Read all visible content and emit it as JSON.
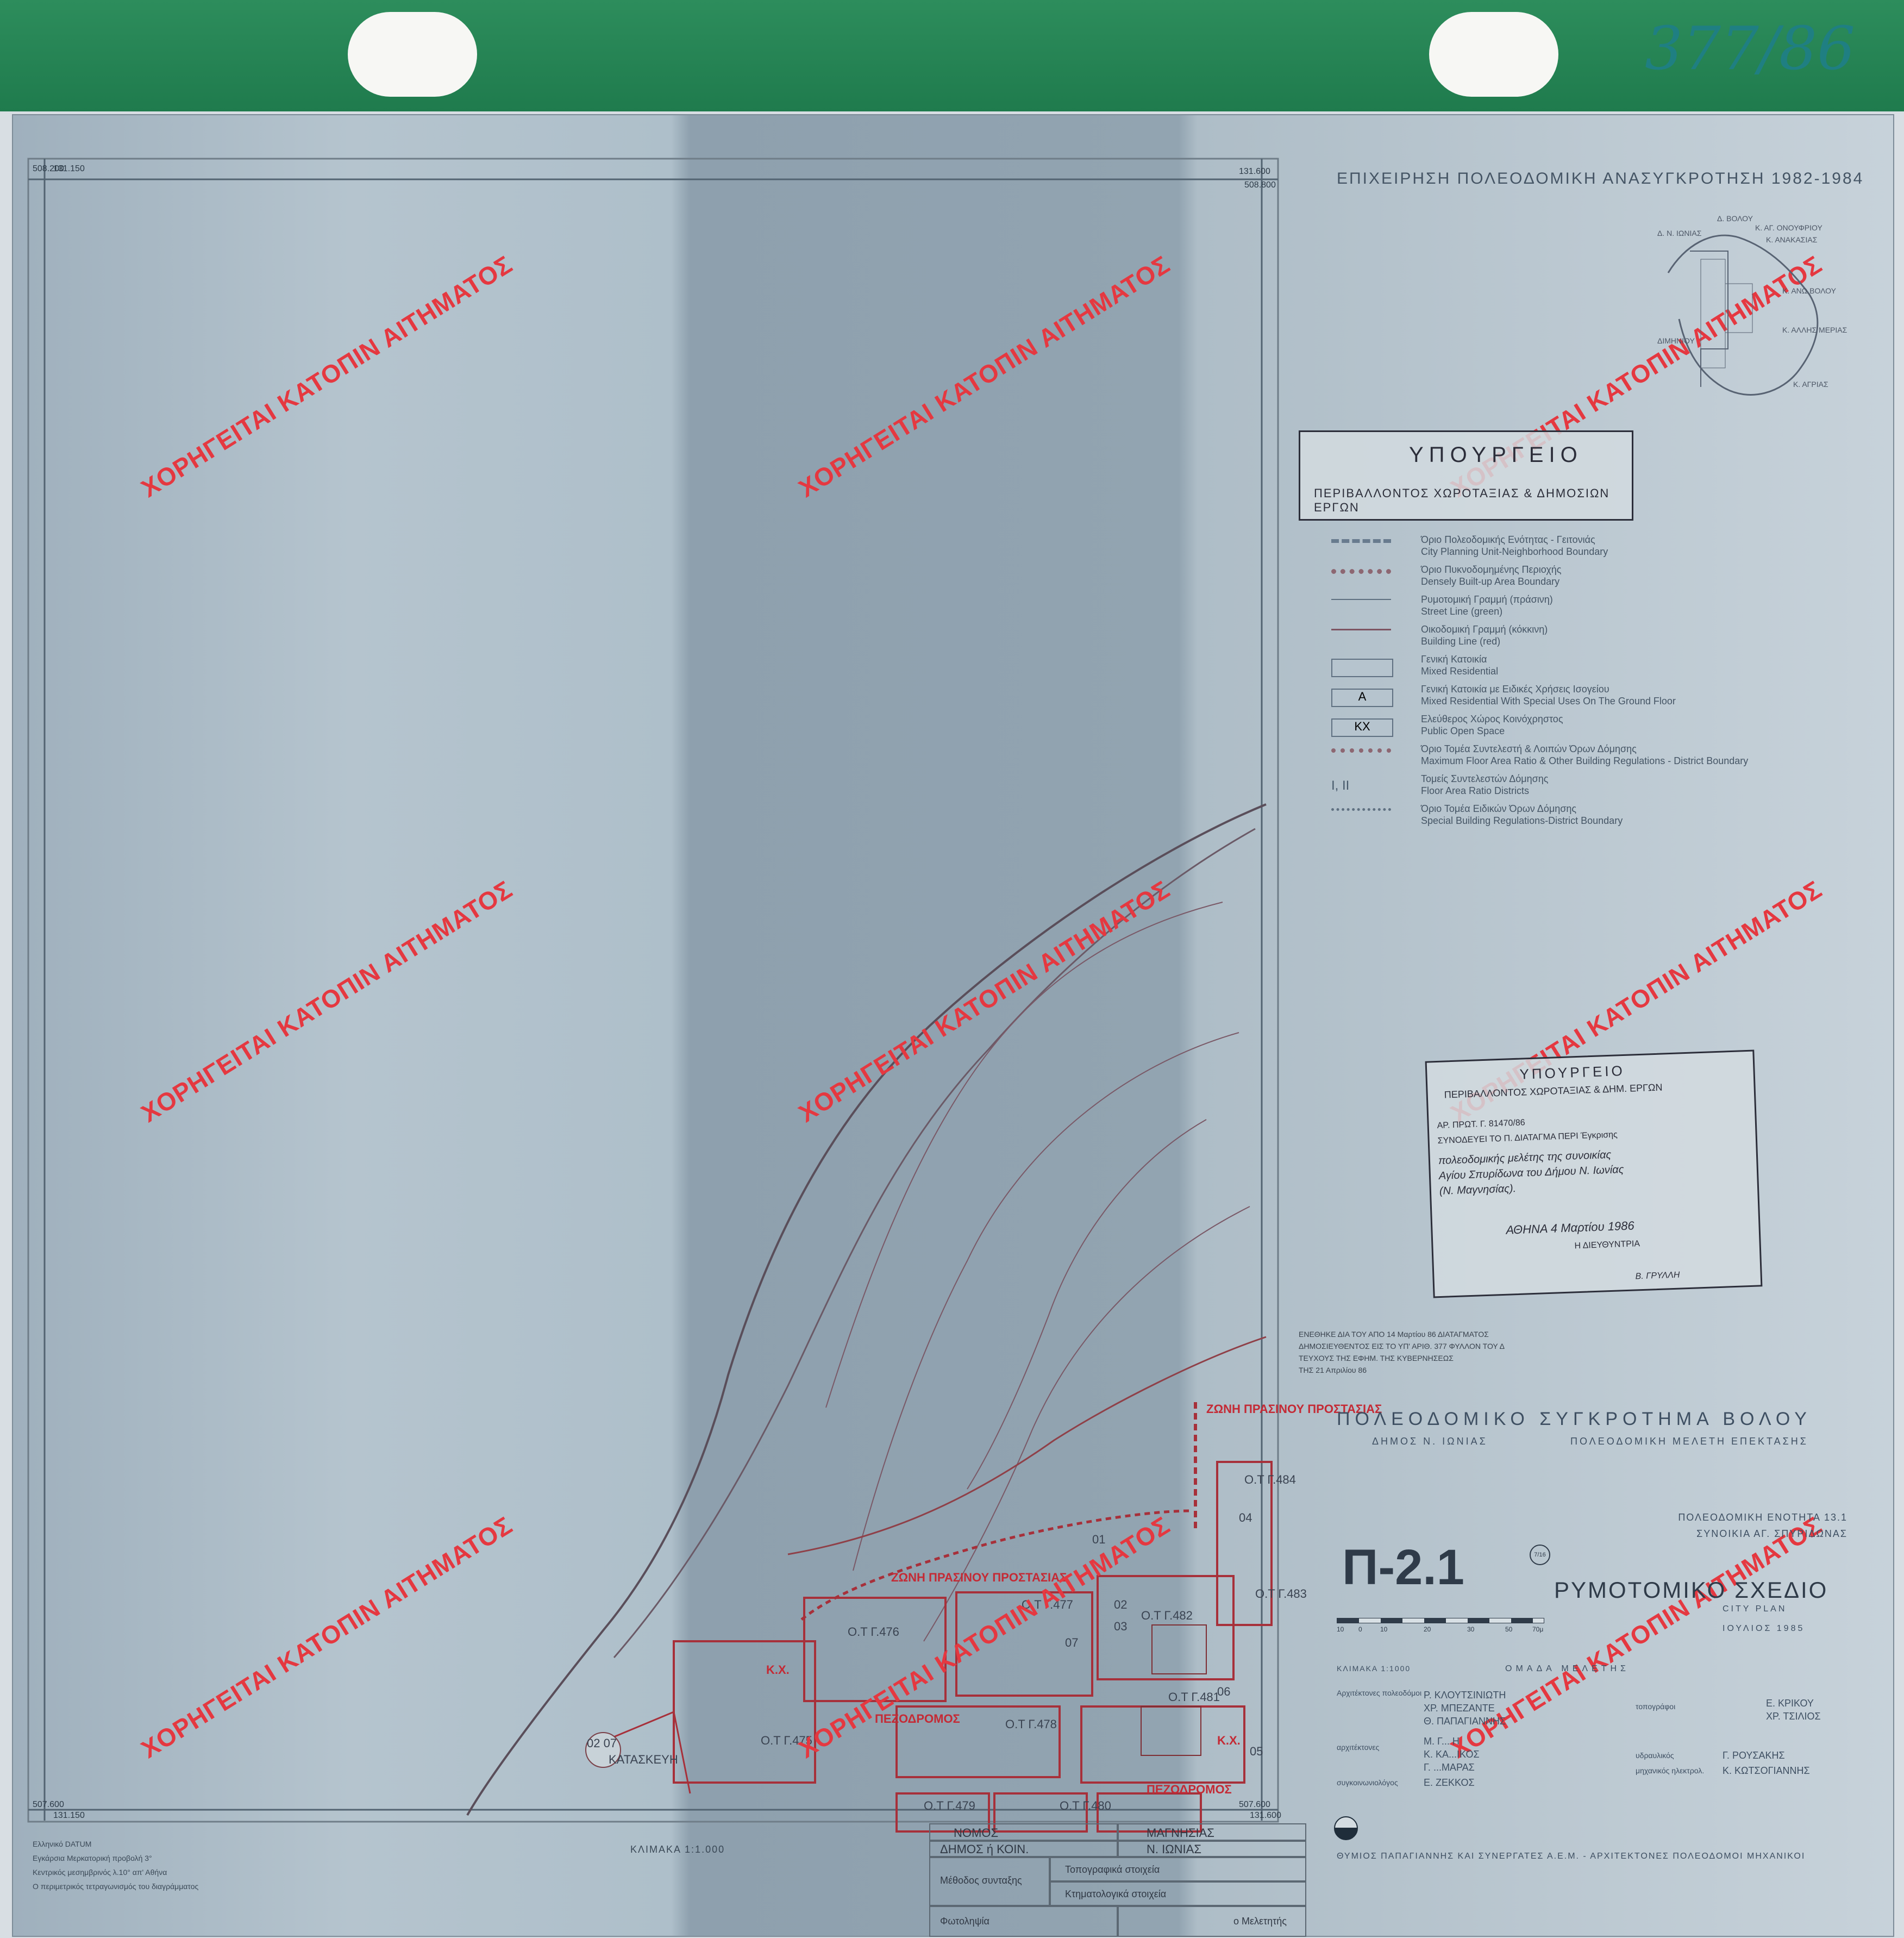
{
  "document": {
    "handwritten_code": "377/86",
    "header_title": "ΕΠΙΧΕΙΡΗΣΗ ΠΟΛΕΟΔΟΜΙΚΗ ΑΝΑΣΥΓΚΡΟΤΗΣΗ 1982-1984",
    "ministry_stamp": {
      "line1": "ΥΠΟΥΡΓΕΙΟ",
      "line2": "ΠΕΡΙΒΑΛΛΟΝΤΟΣ ΧΩΡΟΤΑΞΙΑΣ & ΔΗΜΟΣΙΩΝ ΕΡΓΩΝ"
    },
    "watermark_text": "ΧΟΡΗΓΕΙΤΑΙ ΚΑΤΟΠΙΝ ΑΙΤΗΜΑΤΟΣ",
    "location_map_labels": [
      "Δ. ΒΟΛΟΥ",
      "Δ. Ν. ΙΩΝΙΑΣ",
      "Κ. ΑΓ. ΟΝΟΥΦΡΙΟΥ",
      "Κ. ΑΝΑΚΑΣΙΑΣ",
      "Κ. ΑΝΩ ΒΟΛΟΥ",
      "Κ. ΑΛΛΗΣ ΜΕΡΙΑΣ",
      "ΔΙΜΗΝΙΟΥ",
      "Κ. ΑΓΡΙΑΣ"
    ],
    "legend": [
      {
        "gr": "Όριο Πολεοδομικής Ενότητας - Γειτονιάς",
        "en": "City Planning Unit-Neighborhood Boundary",
        "symbol": "dashed-block"
      },
      {
        "gr": "Όριο Πυκνοδομημένης Περιοχής",
        "en": "Densely Built-up Area Boundary",
        "symbol": "dotted-heavy"
      },
      {
        "gr": "Ρυμοτομική Γραμμή (πράσινη)",
        "en": "Street Line (green)",
        "symbol": "thin-line"
      },
      {
        "gr": "Οικοδομική Γραμμή (κόκκινη)",
        "en": "Building Line (red)",
        "symbol": "red-line"
      },
      {
        "gr": "Γενική Κατοικία",
        "en": "Mixed Residential",
        "symbol": "box-empty"
      },
      {
        "gr": "Γενική Κατοικία με Ειδικές Χρήσεις Ισογείου",
        "en": "Mixed Residential With Special Uses On The Ground Floor",
        "symbol": "box-A",
        "label": "A"
      },
      {
        "gr": "Ελεύθερος Χώρος Κοινόχρηστος",
        "en": "Public Open Space",
        "symbol": "box-KX",
        "label": "KX"
      },
      {
        "gr": "Όριο Τομέα Συντελεστή & Λοιπών Όρων Δόμησης",
        "en": "Maximum Floor Area Ratio & Other Building Regulations - District Boundary",
        "symbol": "dot-dash"
      },
      {
        "gr": "Τομείς Συντελεστών Δόμησης",
        "en": "Floor Area Ratio Districts",
        "symbol": "roman",
        "label": "Ι, ΙΙ"
      },
      {
        "gr": "Όριο Τομέα Ειδικών Όρων Δόμησης",
        "en": "Special Building Regulations-District Boundary",
        "symbol": "circles"
      }
    ],
    "approval_stamp": {
      "line1": "ΥΠΟΥΡΓΕΙΟ",
      "line2": "ΠΕΡΙΒΑΛΛΟΝΤΟΣ ΧΩΡΟΤΑΞΙΑΣ & ΔΗΜ. ΕΡΓΩΝ",
      "line3": "ΑΡ. ΠΡΩΤ. Γ. 81470/86",
      "line4": "ΣΥΝΟΔΕΥΕΙ ΤΟ Π. ΔΙΑΤΑΓΜΑ ΠΕΡΙ Έγκρισης",
      "line5": "πολεοδομικής μελέτης της συνοικίας",
      "line6": "Αγίου Σπυρίδωνα του Δήμου Ν. Ιωνίας",
      "line7": "(Ν. Μαγνησίας).",
      "date": "ΑΘΗΝΑ 4 Μαρτίου 1986",
      "sign": "Η ΔΙΕΥΘΥΝΤΡΙΑ",
      "name": "Β. ΓΡΥΛΛΗ"
    },
    "publication": {
      "line1": "ΕΝΕΘΗΚΕ ΔΙΑ ΤΟΥ ΑΠΟ 14 Μαρτίου 86 ΔΙΑΤΑΓΜΑΤΟΣ",
      "line2": "ΔΗΜΟΣΙΕΥΘΕΝΤΟΣ ΕΙΣ ΤΟ ΥΠ' ΑΡΙΘ. 377 ΦΥΛΛΟΝ ΤΟΥ Δ",
      "line3": "ΤΕΥΧΟΥΣ ΤΗΣ ΕΦΗΜ. ΤΗΣ ΚΥΒΕΡΝΗΣΕΩΣ",
      "line4": "ΤΗΣ 21 Απριλίου 86"
    },
    "title_block": {
      "complex": "ΠΟΛΕΟΔΟΜΙΚΟ ΣΥΓΚΡΟΤΗΜΑ ΒΟΛΟΥ",
      "municipality": "ΔΗΜΟΣ Ν. ΙΩΝΙΑΣ",
      "study": "ΠΟΛΕΟΔΟΜΙΚΗ ΜΕΛΕΤΗ ΕΠΕΚΤΑΣΗΣ",
      "unit": "ΠΟΛΕΟΔΟΜΙΚΗ ΕΝΟΤΗΤΑ 13.1",
      "district": "ΣΥΝΟΙΚΙΑ ΑΓ. ΣΠΥΡΙΔΩΝΑΣ",
      "sheet_code": "Π-2.1",
      "sheet_suffix": "7/16",
      "plan_gr": "ΡΥΜΟΤΟΜΙΚΟ ΣΧΕΔΙΟ",
      "plan_en": "CITY PLAN",
      "date": "ΙΟΥΛΙΟΣ 1985",
      "scale": "ΚΛΙΜΑΚΑ 1:1000",
      "team": "ΟΜΑΔΑ ΜΕΛΕΤΗΣ",
      "bar_ticks": [
        "10",
        "0",
        "10",
        "20",
        "30",
        "50",
        "70μ"
      ]
    },
    "team": {
      "architects_planners_label": "Αρχιτέκτονες πολεοδόμοι",
      "architects_planners": [
        "Ρ. ΚΛΟΥΤΣΙΝΙΩΤΗ",
        "ΧΡ. ΜΠΕΖΑΝΤΕ",
        "Θ. ΠΑΠΑΓΙΑΝΝΗΣ"
      ],
      "architects_label": "αρχιτέκτονες",
      "architects": [
        "Μ. Γ... Η",
        "Κ. ΚΑ...ΙΚΟΣ",
        "Γ. ...ΜΑΡΑΣ"
      ],
      "sociologist_label": "συγκοινωνιολόγος",
      "sociologist": "Ε. ΖΕΚΚΟΣ",
      "topographers_label": "τοπογράφοι",
      "topographers": [
        "Ε. ΚΡΙΚΟΥ",
        "ΧΡ. ΤΣΙΛΙΟΣ"
      ],
      "hydraulics_label": "υδραυλικός",
      "hydraulics": "Γ. ΡΟΥΣΑΚΗΣ",
      "electrical_label": "μηχανικός ηλεκτρολ.",
      "electrical": "Κ. ΚΩΤΣΟΓΙΑΝΝΗΣ"
    },
    "firm": "ΘΥΜΙΟΣ ΠΑΠΑΓΙΑΝΝΗΣ ΚΑΙ ΣΥΝΕΡΓΑΤΕΣ Α.Ε.Μ. - ΑΡΧΙΤΕΚΤΟΝΕΣ ΠΟΛΕΟΔΟΜΟΙ ΜΗΧΑΝΙΚΟΙ",
    "datum": {
      "line1": "Ελληνικό DATUM",
      "line2": "Εγκάρσια Μερκατορική προβολή 3°",
      "line3": "Κεντρικός μεσημβρινός λ.10° απ' Αθήνα",
      "line4": "Ο περιμετρικός τετραγωνισμός του διαγράμματος"
    },
    "map_scale": "ΚΛΙΜΑΚΑ 1:1.000",
    "bottom_table": {
      "nomos_label": "ΝΟΜΟΣ",
      "nomos_value": "ΜΑΓΝΗΣΙΑΣ",
      "demos_label": "ΔΗΜΟΣ ή ΚΟΙΝ.",
      "demos_value": "Ν. ΙΩΝΙΑΣ",
      "method_label": "Μέθοδος συνταξης",
      "topo": "Τοπογραφικά στοιχεία",
      "cadastral": "Κτηματολογικά στοιχεία",
      "photo_label": "Φωτοληψία",
      "designer_label": "ο Μελετητής"
    },
    "coords": [
      "508.200",
      "131.150",
      "131.600",
      "508.800",
      "507.600",
      "507.600",
      "131.150",
      "131.600"
    ],
    "map_labels": {
      "zone1": "ΖΩΝΗ ΠΡΑΣΙΝΟΥ ΠΡΟΣΤΑΣΙΑΣ",
      "zone2": "ΖΩΝΗ ΠΡΑΣΙΝΟΥ ΠΡΟΣΤΑΣΙΑΣ",
      "pedestrian1": "ΠΕΖΟΔΡΟΜΟΣ",
      "pedestrian2": "ΠΕΖΟΔΡΟΜΟΣ",
      "kx1": "Κ.Χ.",
      "kx2": "Κ.Χ.",
      "blocks": [
        "Ο.Τ Γ.484",
        "Ο.Τ Γ.483",
        "Ο.Τ Γ.482",
        "Ο.Τ Γ.481",
        "Ο.Τ Γ.477",
        "Ο.Τ Γ.476",
        "Ο.Τ Γ.478",
        "Ο.Τ Γ.475",
        "Ο.Τ Γ.479",
        "Ο.Τ Γ.480"
      ],
      "parcel_ids": [
        "01",
        "02",
        "03",
        "04",
        "05",
        "06",
        "07"
      ],
      "corner_note": "02 07",
      "corner_note2": "ΚΑΤΑΣΚΕΥΗ"
    }
  }
}
